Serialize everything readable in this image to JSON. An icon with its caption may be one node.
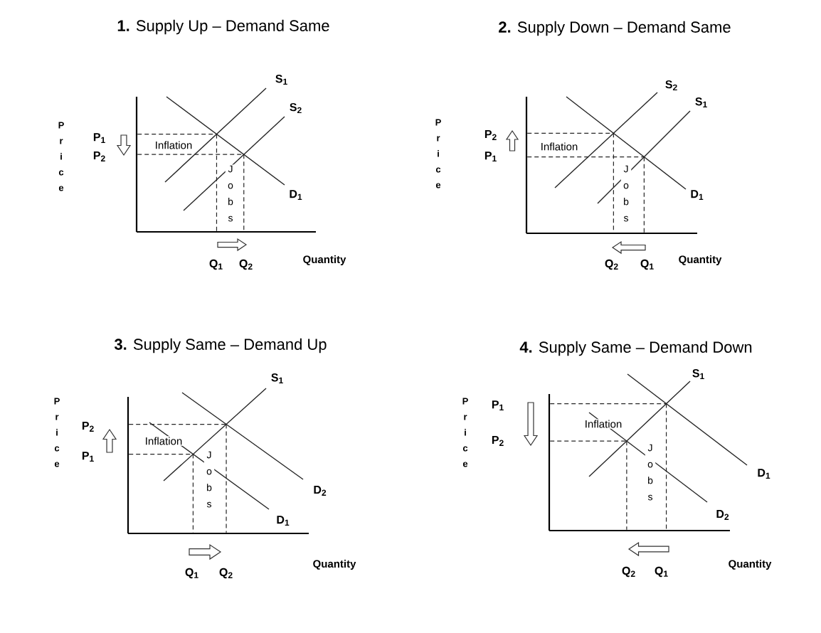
{
  "diagram": {
    "labels": [
      "**1.** Supply Up – Demand Same",
      "S$_{1}$",
      "S$_{2}$",
      "Price",
      "P$_{1}$",
      "P$_{2}$",
      "Inflation",
      "D$_{1}$",
      "Jobs",
      "Q$_{1}$",
      "Q$_{2}$",
      "Quantity",
      "**2.** Supply Down – Demand Same",
      "S$_{2}$",
      "S$_{1}$",
      "Price",
      "P$_{2}$",
      "P$_{1}$",
      "Inflation",
      "D$_{1}$",
      "Jobs",
      "Q$_{2}$",
      "Q$_{1}$",
      "Quantity",
      "**3.** Supply Same – Demand Up",
      "S$_{1}$",
      "Price",
      "P$_{2}$",
      "P$_{1}$",
      "Inflation",
      "D$_{2}$",
      "D$_{1}$",
      "Jobs",
      "Q$_{1}$",
      "Q$_{2}$",
      "Quantity",
      "**4.** Supply Same – Demand Down",
      "S$_{1}$",
      "Price",
      "P$_{1}$",
      "P$_{2}$",
      "Inflation",
      "D$_{1}$",
      "D$_{2}$",
      "Jobs",
      "Q$_{2}$",
      "Q$_{1}$",
      "Quantity"
    ]
  }
}
